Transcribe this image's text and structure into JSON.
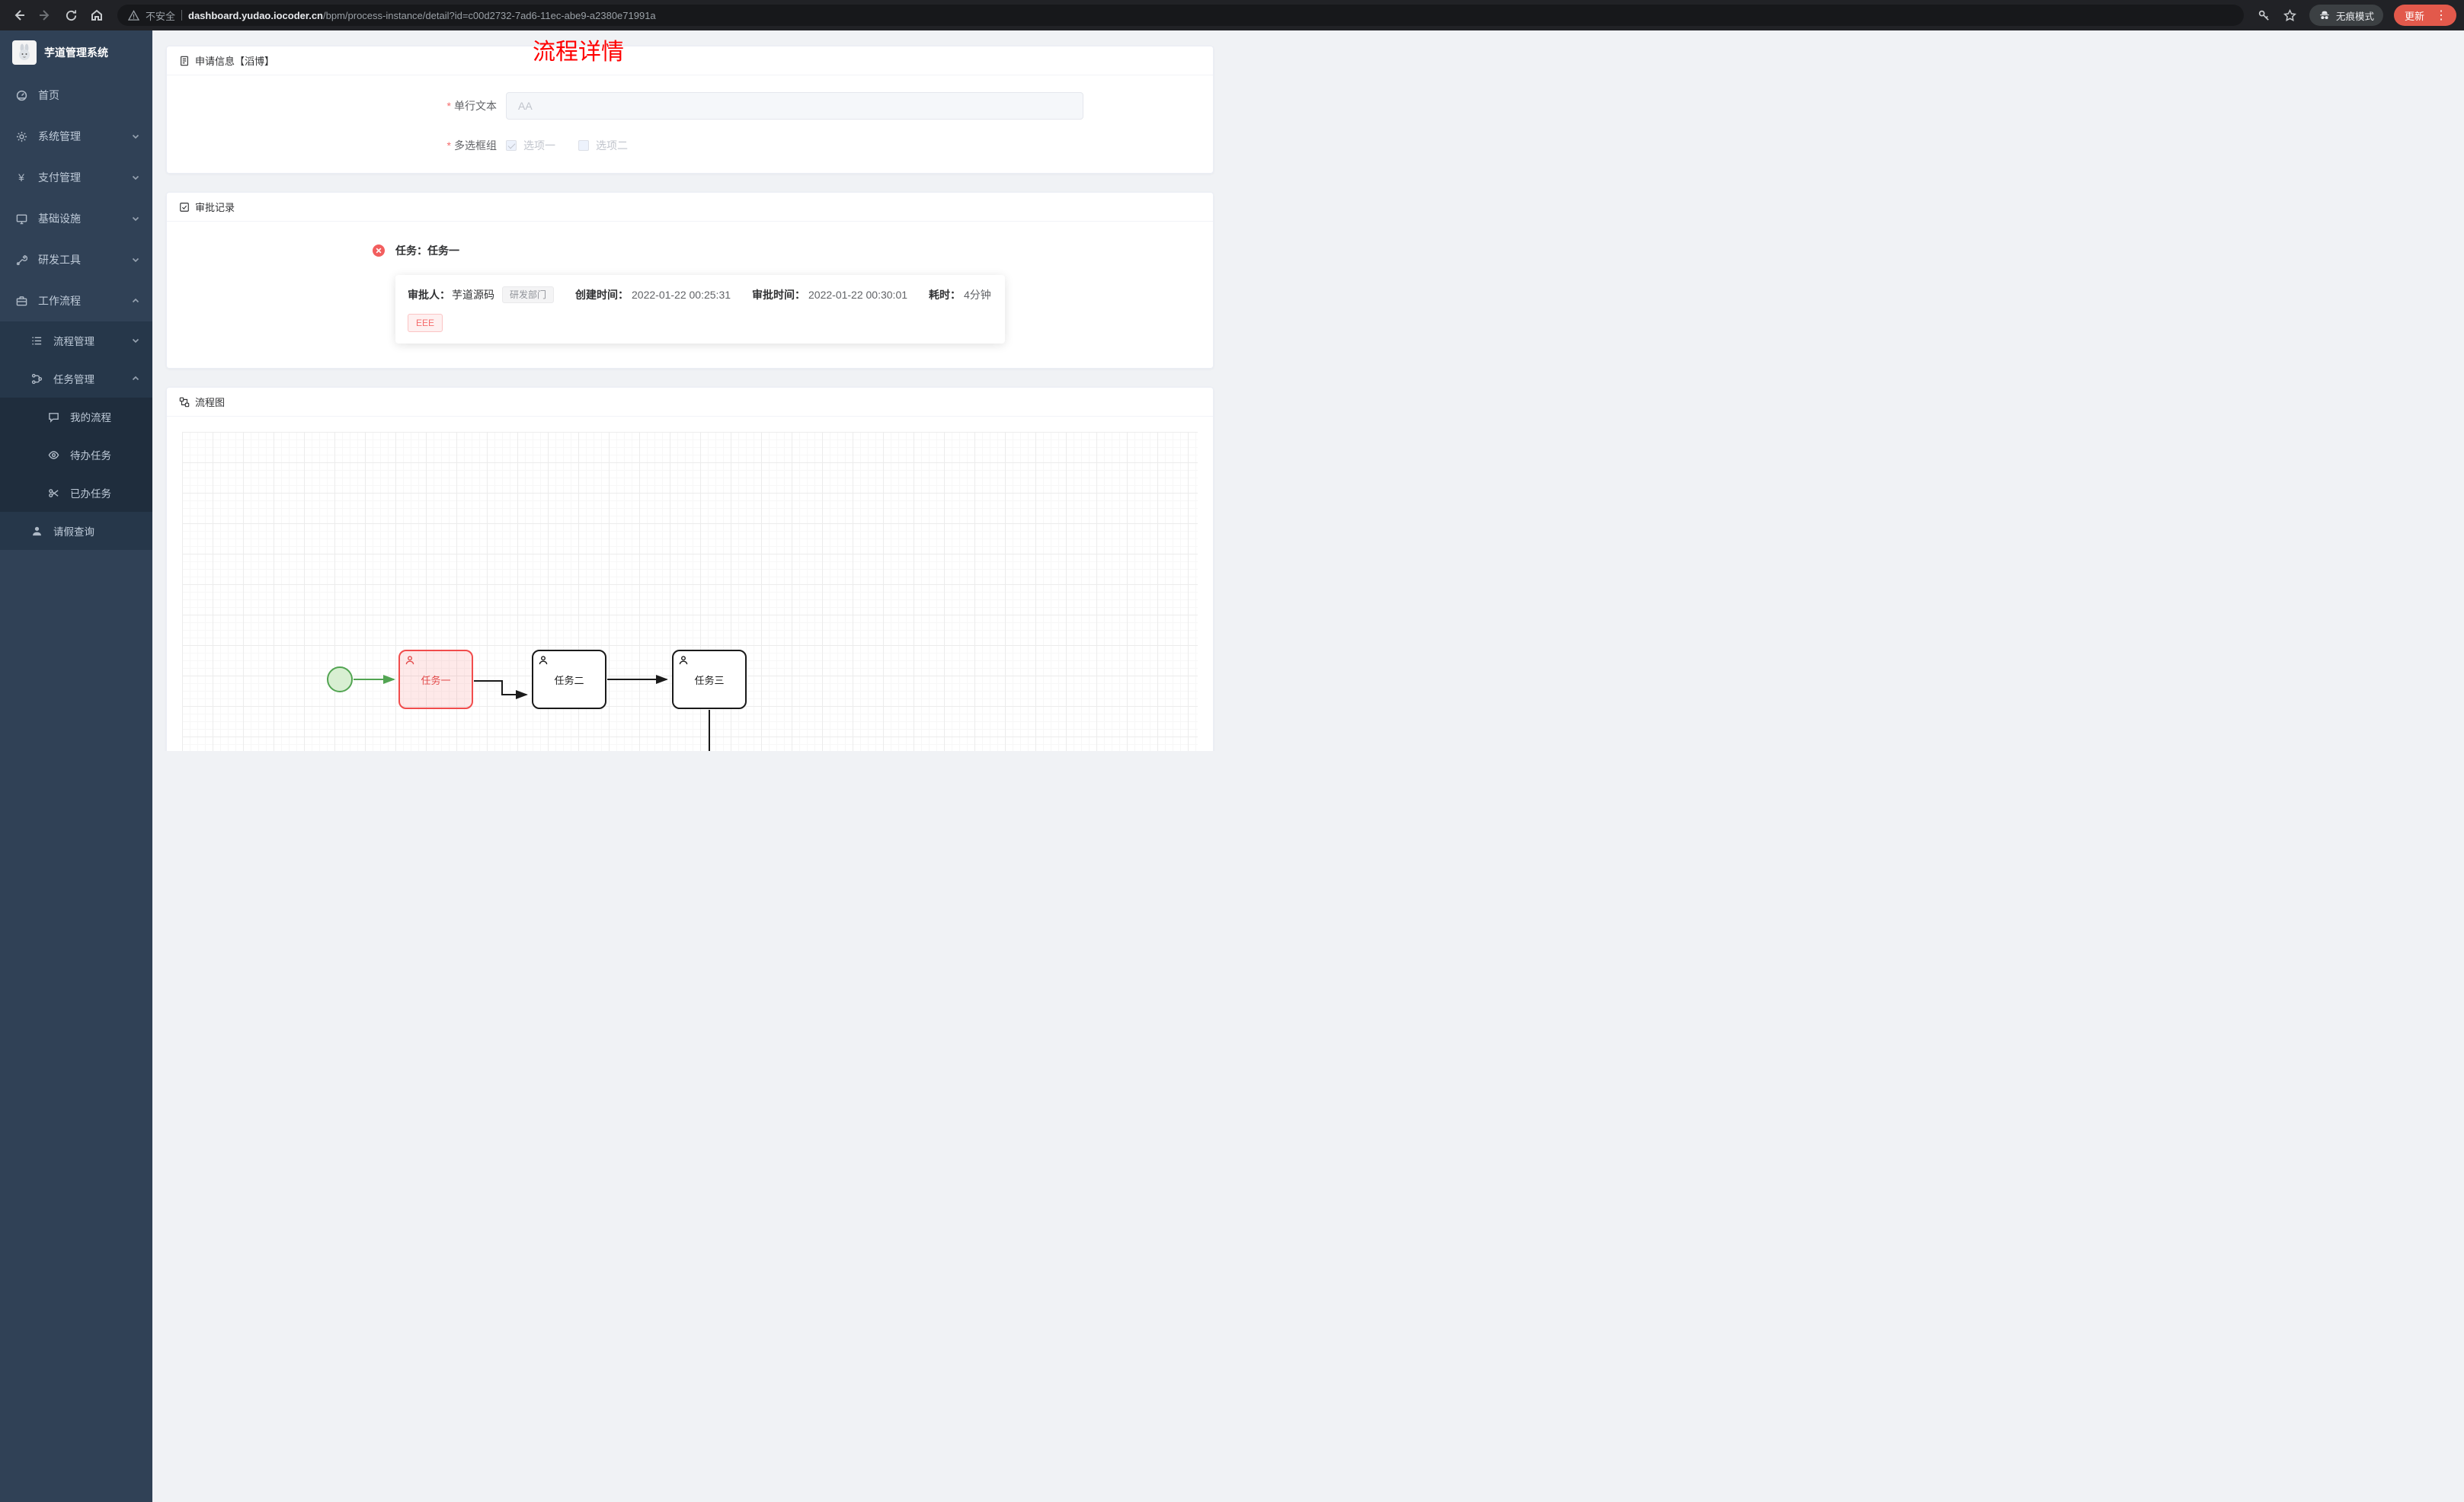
{
  "browser": {
    "security_label": "不安全",
    "url_host": "dashboard.yudao.iocoder.cn",
    "url_path": "/bpm/process-instance/detail?id=c00d2732-7ad6-11ec-abe9-a2380e71991a",
    "incognito_label": "无痕模式",
    "update_label": "更新",
    "kebab_glyph": "⋮"
  },
  "sidebar": {
    "app_title": "芋道管理系统",
    "menu": [
      {
        "label": "首页",
        "icon": "home-icon",
        "level": 1
      },
      {
        "label": "系统管理",
        "icon": "gear-icon",
        "level": 1,
        "chevron": "down"
      },
      {
        "label": "支付管理",
        "icon": "yen-icon",
        "level": 1,
        "chevron": "down"
      },
      {
        "label": "基础设施",
        "icon": "monitor-icon",
        "level": 1,
        "chevron": "down"
      },
      {
        "label": "研发工具",
        "icon": "tools-icon",
        "level": 1,
        "chevron": "down"
      },
      {
        "label": "工作流程",
        "icon": "briefcase-icon",
        "level": 1,
        "chevron": "up"
      },
      {
        "label": "流程管理",
        "icon": "list-icon",
        "level": 2,
        "chevron": "down"
      },
      {
        "label": "任务管理",
        "icon": "branch-icon",
        "level": 2,
        "chevron": "up"
      },
      {
        "label": "我的流程",
        "icon": "chat-icon",
        "level": 3
      },
      {
        "label": "待办任务",
        "icon": "eye-icon",
        "level": 3
      },
      {
        "label": "已办任务",
        "icon": "check-icon",
        "level": 3
      },
      {
        "label": "请假查询",
        "icon": "user-icon",
        "level": 2
      }
    ]
  },
  "page": {
    "title": "流程详情",
    "apply_card": {
      "title": "申请信息【滔博】",
      "field_text": {
        "label": "单行文本",
        "required": true,
        "placeholder": "AA"
      },
      "field_checkbox": {
        "label": "多选框组",
        "required": true,
        "options": [
          {
            "label": "选项一",
            "checked": true
          },
          {
            "label": "选项二",
            "checked": false
          }
        ]
      }
    },
    "approval_card": {
      "title": "审批记录",
      "task": {
        "status": "rejected",
        "title": "任务：任务一",
        "approver_label": "审批人：",
        "approver_name": "芋道源码",
        "approver_dept": "研发部门",
        "created_label": "创建时间：",
        "created_time": "2022-01-22 00:25:31",
        "approved_label": "审批时间：",
        "approved_time": "2022-01-22 00:30:01",
        "duration_label": "耗时：",
        "duration_value": "4分钟",
        "comment": "EEE"
      }
    },
    "diagram_card": {
      "title": "流程图",
      "nodes": {
        "start": "start-event",
        "task1": "任务一",
        "task2": "任务二",
        "task3": "任务三"
      },
      "highlight": {
        "task1": "rejected",
        "start": "completed"
      }
    }
  },
  "colors": {
    "page_title_red": "#ff0000",
    "rejected_red": "#f14c4c",
    "completed_green": "#52a452",
    "sidebar_bg": "#304156",
    "update_button_bg": "#e2594b",
    "tag_red_text": "#f56c6c"
  }
}
